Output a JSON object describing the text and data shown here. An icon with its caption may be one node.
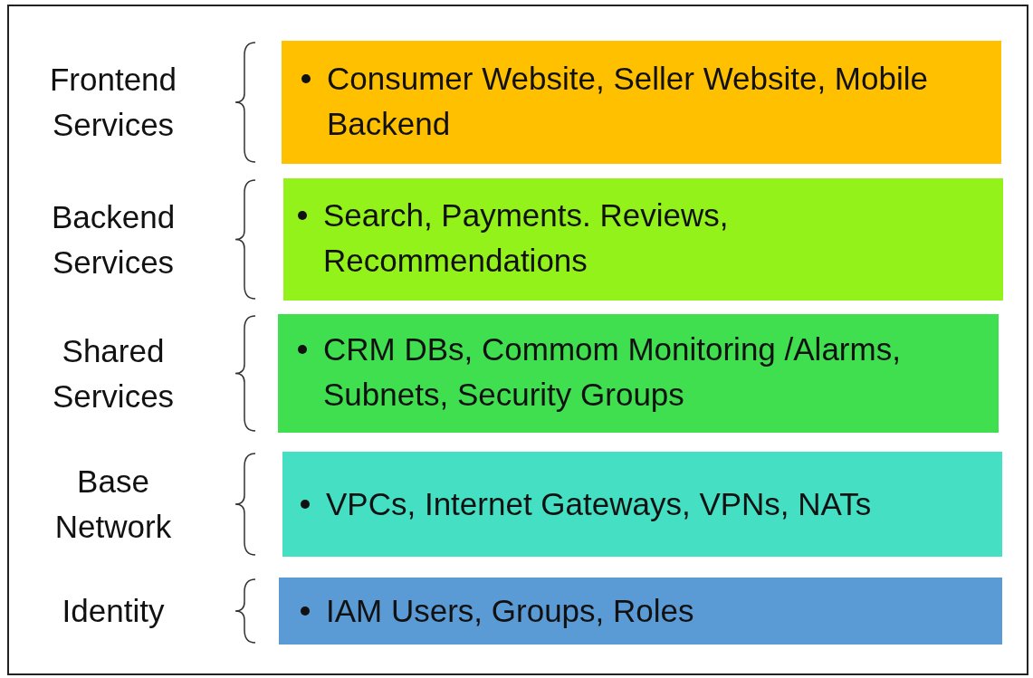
{
  "diagram": {
    "nodes": [
      {
        "text": [
          "Consumer Website, Seller Website, Mobile Backend"
        ],
        "beside": [
          "Frontend Services"
        ]
      },
      {
        "text": [
          "Search, Payments. Reviews, Recommendations"
        ],
        "beside": [
          "Backend Services"
        ]
      },
      {
        "text": [
          "CRM DBs, Commom Monitoring /Alarms, Subnets, Security Groups"
        ],
        "beside": [
          "Shared Services"
        ]
      },
      {
        "text": [
          "VPCs, Internet Gateways, VPNs, NATs"
        ],
        "beside": [
          "Base Network"
        ]
      },
      {
        "text": [
          "IAM Users, Groups, Roles"
        ],
        "beside": [
          "Identity"
        ]
      }
    ],
    "edges": []
  }
}
